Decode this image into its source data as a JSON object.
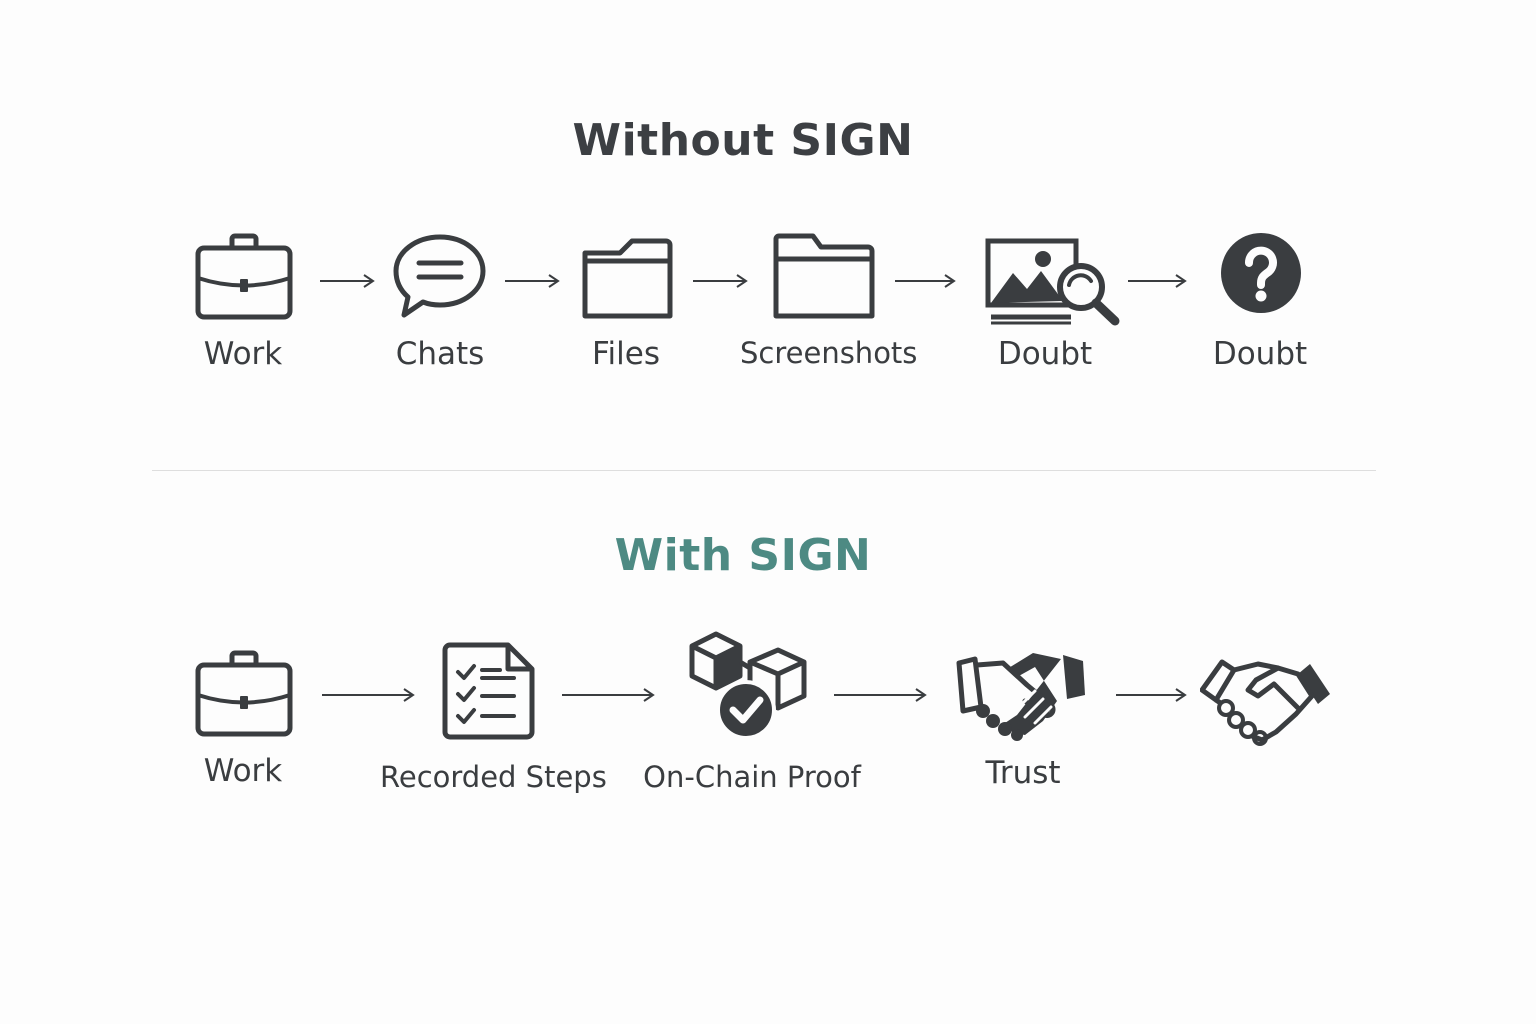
{
  "without": {
    "title": "Without SIGN",
    "steps": [
      {
        "label": "Work",
        "icon": "briefcase-icon"
      },
      {
        "label": "Chats",
        "icon": "chat-bubble-icon"
      },
      {
        "label": "Files",
        "icon": "folder-icon"
      },
      {
        "label": "Screenshots",
        "icon": "folder-icon"
      },
      {
        "label": "Doubt",
        "icon": "image-search-icon"
      },
      {
        "label": "Doubt",
        "icon": "question-circle-icon"
      }
    ]
  },
  "with": {
    "title": "With SIGN",
    "steps": [
      {
        "label": "Work",
        "icon": "briefcase-icon"
      },
      {
        "label": "Recorded Steps",
        "icon": "checklist-document-icon"
      },
      {
        "label": "On-Chain Proof",
        "icon": "blockchain-check-icon"
      },
      {
        "label": "Trust",
        "icon": "handshake-icon"
      },
      {
        "label": "",
        "icon": "handshake-outline-icon"
      }
    ]
  },
  "colors": {
    "text": "#3a3d40",
    "accent": "#4d8a83",
    "divider": "#dedede"
  }
}
